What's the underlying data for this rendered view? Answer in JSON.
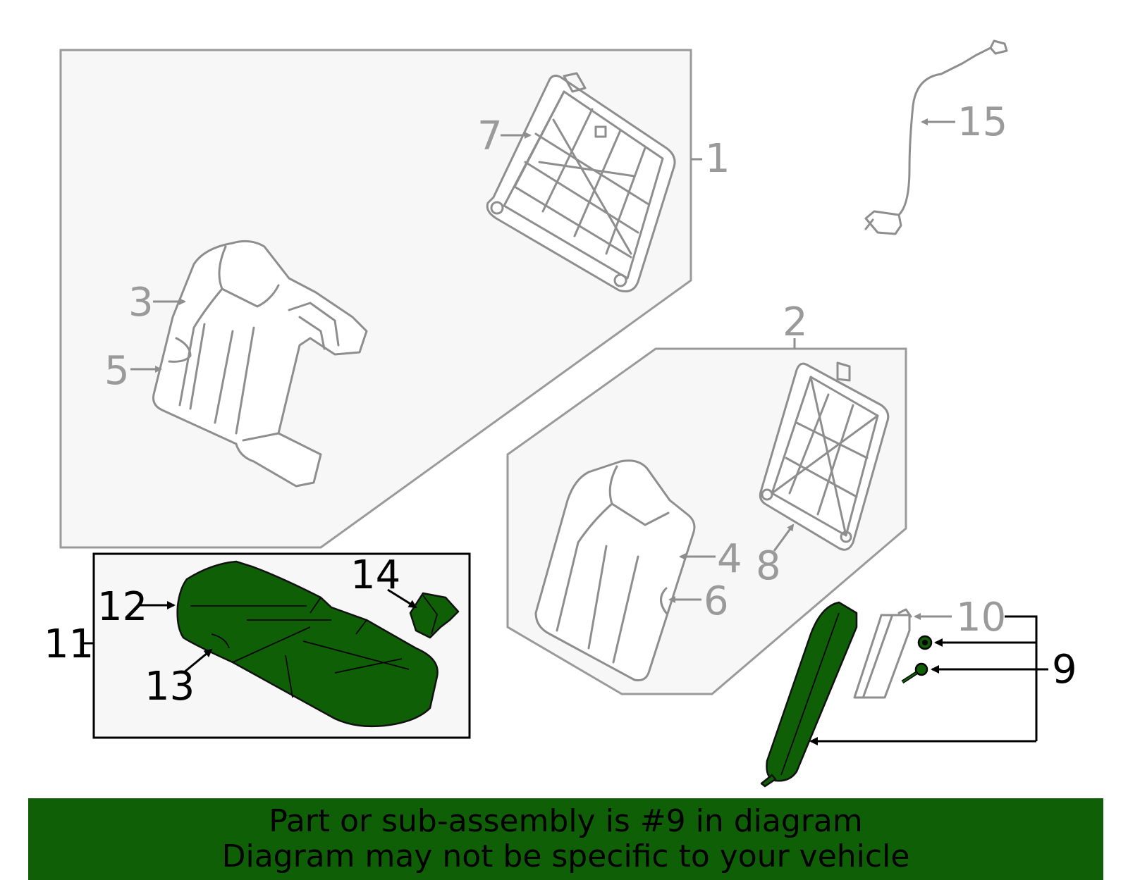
{
  "callouts": {
    "c1": "1",
    "c2": "2",
    "c3": "3",
    "c4": "4",
    "c5": "5",
    "c6": "6",
    "c7": "7",
    "c8": "8",
    "c9": "9",
    "c10": "10",
    "c11": "11",
    "c12": "12",
    "c13": "13",
    "c14": "14",
    "c15": "15"
  },
  "highlighted_part": "9",
  "colors": {
    "highlight": "#0f5f06",
    "part_outline": "#8e8e8e",
    "panel_background": "#f7f7f7"
  },
  "banner": {
    "line1": "Part or sub-assembly is #9 in diagram",
    "line2": "Diagram may not be specific to your vehicle"
  }
}
